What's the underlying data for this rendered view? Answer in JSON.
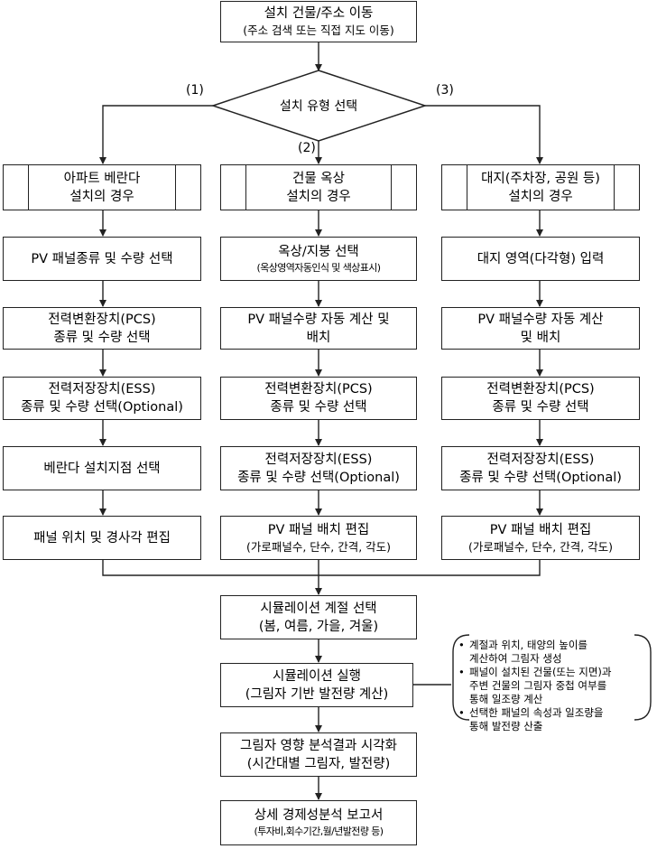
{
  "start": {
    "title": "설치 건물/주소 이동",
    "subtitle": "(주소 검색 또는 직접 지도 이동)"
  },
  "decision": {
    "label": "설치 유형 선택"
  },
  "branches": [
    {
      "num": "(1)",
      "header": [
        "아파트 베란다",
        "설치의 경우"
      ],
      "steps": [
        [
          "PV 패널종류 및 수량 선택"
        ],
        [
          "전력변환장치(PCS)",
          "종류 및 수량 선택"
        ],
        [
          "전력저장장치(ESS)",
          "종류 및 수량 선택(Optional)"
        ],
        [
          "베란다 설치지점 선택"
        ],
        [
          "패널 위치 및 경사각 편집"
        ]
      ]
    },
    {
      "num": "(2)",
      "header": [
        "건물 옥상",
        "설치의 경우"
      ],
      "steps": [
        [
          "옥상/지붕 선택",
          "(옥상영역자동인식 및 색상표시)"
        ],
        [
          "PV 패널수량 자동 계산 및",
          "배치"
        ],
        [
          "전력변환장치(PCS)",
          "종류 및 수량 선택"
        ],
        [
          "전력저장장치(ESS)",
          "종류 및 수량 선택(Optional)"
        ],
        [
          "PV 패널 배치 편집",
          "(가로패널수, 단수, 간격, 각도)"
        ]
      ]
    },
    {
      "num": "(3)",
      "header": [
        "대지(주차장, 공원 등)",
        "설치의 경우"
      ],
      "steps": [
        [
          "대지 영역(다각형) 입력"
        ],
        [
          "PV 패널수량 자동 계산",
          "및 배치"
        ],
        [
          "전력변환장치(PCS)",
          "종류 및 수량 선택"
        ],
        [
          "전력저장장치(ESS)",
          "종류 및 수량 선택(Optional)"
        ],
        [
          "PV 패널 배치 편집",
          "(가로패널수, 단수, 간격, 각도)"
        ]
      ]
    }
  ],
  "bottom": [
    [
      "시뮬레이션 계절 선택",
      "(봄, 여름, 가을, 겨울)"
    ],
    [
      "시뮬레이션 실행",
      "(그림자 기반 발전량 계산)"
    ],
    [
      "그림자 영향 분석결과 시각화",
      "(시간대별 그림자, 발전량)"
    ],
    [
      "상세 경제성분석 보고서",
      "(투자비,회수기간,월/년발전량 등)"
    ]
  ],
  "note": {
    "bullet": "•",
    "items": [
      [
        "계절과 위치, 태양의 높이를",
        "계산하여 그림자 생성"
      ],
      [
        "패널이 설치된 건물(또는 지면)과",
        "주변 건물의 그림자 중첩 여부를",
        "통해 일조량 계산"
      ],
      [
        "선택한 패널의 속성과 일조량을",
        "통해 발전량 산출"
      ]
    ]
  }
}
